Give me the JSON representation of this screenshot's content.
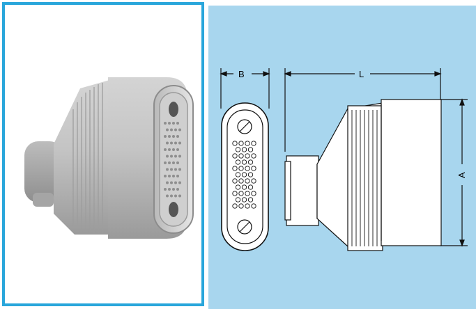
{
  "dimensions": {
    "width_label": "B",
    "length_label": "L",
    "height_label": "A"
  },
  "colors": {
    "frame_border": "#29a6db",
    "drawing_background": "#a8d6ee",
    "part_fill": "#ffffff",
    "line": "#111111"
  }
}
